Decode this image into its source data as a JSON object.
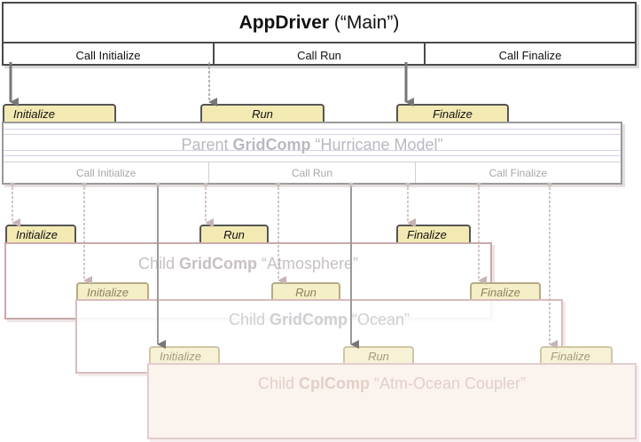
{
  "app_driver": {
    "title_bold": "AppDriver",
    "title_rest": " (“Main”)",
    "calls": [
      "Call Initialize",
      "Call Run",
      "Call Finalize"
    ]
  },
  "methods": {
    "initialize": "Initialize",
    "run": "Run",
    "finalize": "Finalize"
  },
  "parent": {
    "prefix": "Parent ",
    "kind": "GridComp",
    "name": " “Hurricane Model”",
    "calls": [
      "Call Initialize",
      "Call Run",
      "Call Finalize"
    ]
  },
  "atmosphere": {
    "prefix": "Child ",
    "kind": "GridComp",
    "name": " “Atmosphere”"
  },
  "ocean": {
    "prefix": "Child ",
    "kind": "GridComp",
    "name": " “Ocean”"
  },
  "coupler": {
    "prefix": "Child ",
    "kind": "CplComp",
    "name": " “Atm-Ocean Coupler”"
  },
  "colors": {
    "tab_fill": "#f3eab3",
    "box_border": "#4a4a4a",
    "ghost_text": "#b9b9c2"
  }
}
